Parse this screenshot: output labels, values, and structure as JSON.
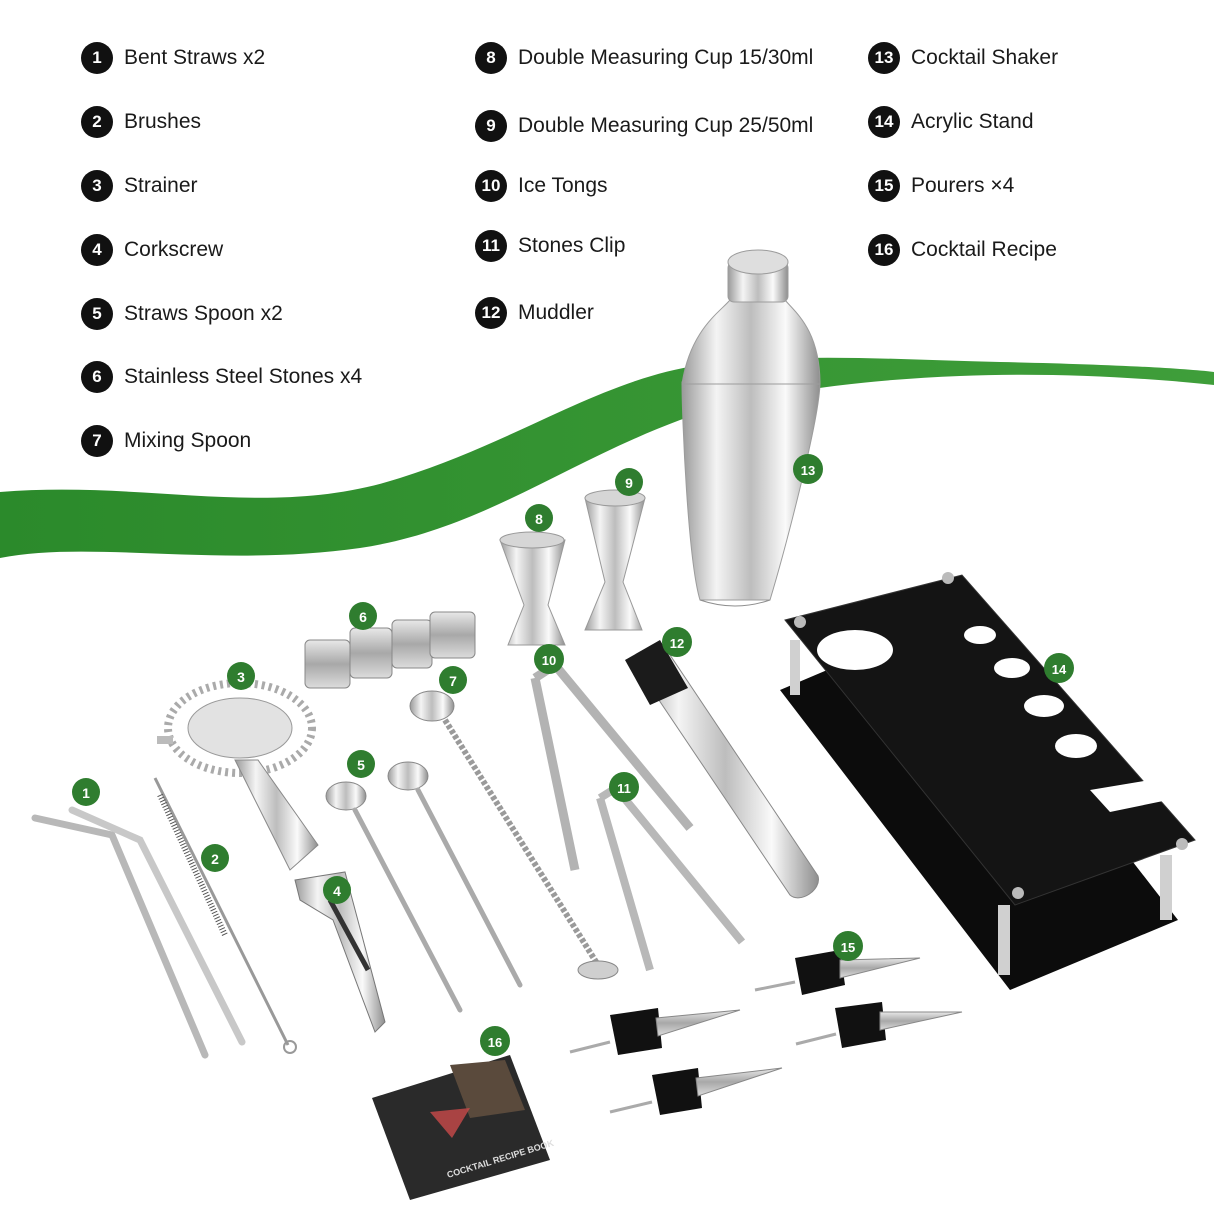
{
  "colors": {
    "accent_green": "#2e8b2e",
    "badge_dark": "#111111",
    "badge_green": "#2f7d2f"
  },
  "legend": [
    {
      "num": "1",
      "label": "Bent Straws x2"
    },
    {
      "num": "2",
      "label": "Brushes"
    },
    {
      "num": "3",
      "label": "Strainer"
    },
    {
      "num": "4",
      "label": "Corkscrew"
    },
    {
      "num": "5",
      "label": "Straws Spoon x2"
    },
    {
      "num": "6",
      "label": "Stainless Steel Stones x4"
    },
    {
      "num": "7",
      "label": "Mixing Spoon"
    },
    {
      "num": "8",
      "label": "Double Measuring Cup 15/30ml"
    },
    {
      "num": "9",
      "label": "Double Measuring Cup 25/50ml"
    },
    {
      "num": "10",
      "label": "Ice Tongs"
    },
    {
      "num": "11",
      "label": "Stones Clip"
    },
    {
      "num": "12",
      "label": "Muddler"
    },
    {
      "num": "13",
      "label": "Cocktail Shaker"
    },
    {
      "num": "14",
      "label": "Acrylic Stand"
    },
    {
      "num": "15",
      "label": "Pourers ×4"
    },
    {
      "num": "16",
      "label": "Cocktail Recipe"
    }
  ],
  "book_title": "COCKTAIL RECIPE BOOK"
}
